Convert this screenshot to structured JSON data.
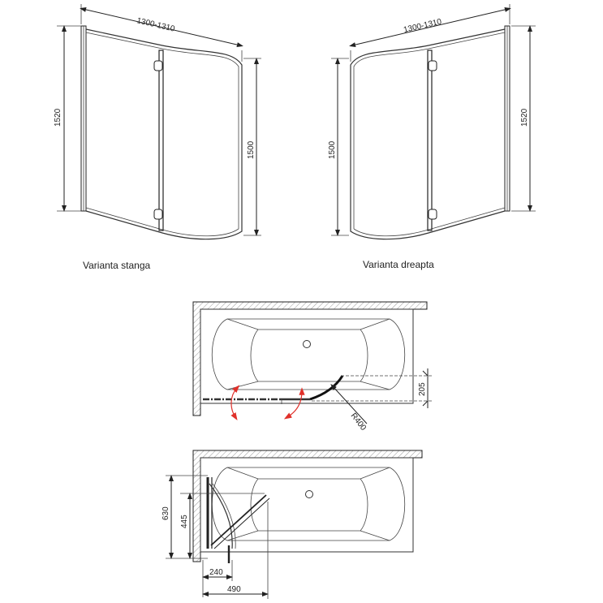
{
  "captions": {
    "left_variant": "Varianta stanga",
    "right_variant": "Varianta dreapta"
  },
  "dimensions": {
    "width": "1300-1310",
    "height_total": "1520",
    "height_panel": "1500",
    "offset_205": "205",
    "radius": "R400",
    "d630": "630",
    "d445": "445",
    "d240": "240",
    "d490": "490"
  },
  "colors": {
    "line": "#222222",
    "swing_arrow": "#e0302a"
  }
}
